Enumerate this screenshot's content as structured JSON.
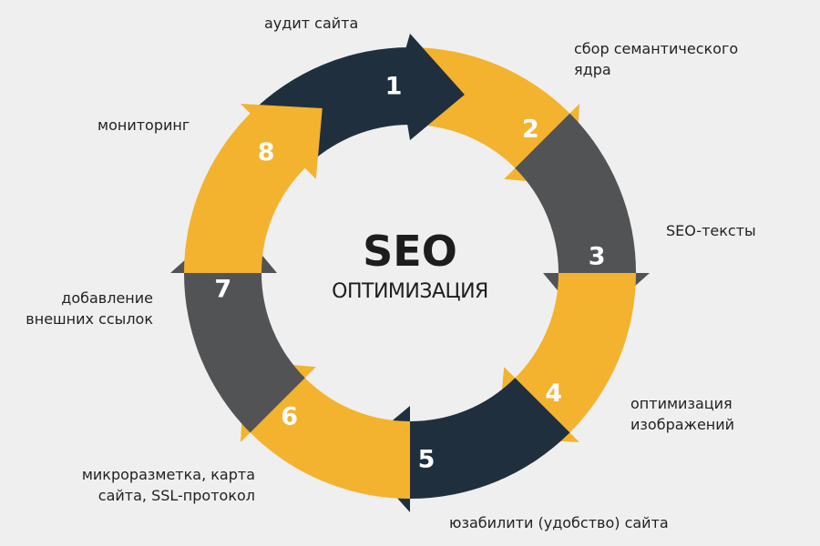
{
  "title": "SEO",
  "subtitle": "ОПТИМИЗАЦИЯ",
  "colors": {
    "navy": "#1f2f3e",
    "yellow": "#f3b32f",
    "gray": "#515355",
    "background": "#efefef"
  },
  "steps": [
    {
      "number": "1",
      "label": "аудит сайта",
      "color": "#1f2f3e"
    },
    {
      "number": "2",
      "label": "сбор семантического ядра",
      "color": "#f3b32f"
    },
    {
      "number": "3",
      "label": "SEO-тексты",
      "color": "#515355"
    },
    {
      "number": "4",
      "label": "оптимизация изображений",
      "color": "#f3b32f"
    },
    {
      "number": "5",
      "label": "юзабилити (удобство) сайта",
      "color": "#1f2f3e"
    },
    {
      "number": "6",
      "label": "микроразметка, карта сайта, SSL-протокол",
      "color": "#f3b32f"
    },
    {
      "number": "7",
      "label": "добавление внешних ссылок",
      "color": "#515355"
    },
    {
      "number": "8",
      "label": "мониторинг",
      "color": "#f3b32f"
    }
  ]
}
